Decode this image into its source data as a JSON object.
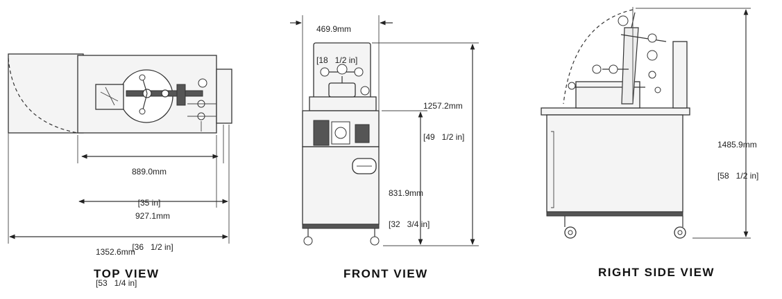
{
  "views": {
    "top": {
      "title": "TOP VIEW",
      "dims": [
        {
          "mm": "889.0mm",
          "in": "[35 in]"
        },
        {
          "mm": "927.1mm",
          "in": "[36   1/2 in]"
        },
        {
          "mm": "1352.6mm",
          "in": "[53   1/4 in]"
        }
      ]
    },
    "front": {
      "title": "FRONT VIEW",
      "dims": [
        {
          "mm": "469.9mm",
          "in": "[18   1/2 in]"
        },
        {
          "mm": "1257.2mm",
          "in": "[49   1/2 in]"
        },
        {
          "mm": "831.9mm",
          "in": "[32   3/4 in]"
        }
      ]
    },
    "side": {
      "title": "RIGHT SIDE VIEW",
      "dims": [
        {
          "mm": "1485.9mm",
          "in": "[58   1/2 in]"
        }
      ]
    }
  }
}
